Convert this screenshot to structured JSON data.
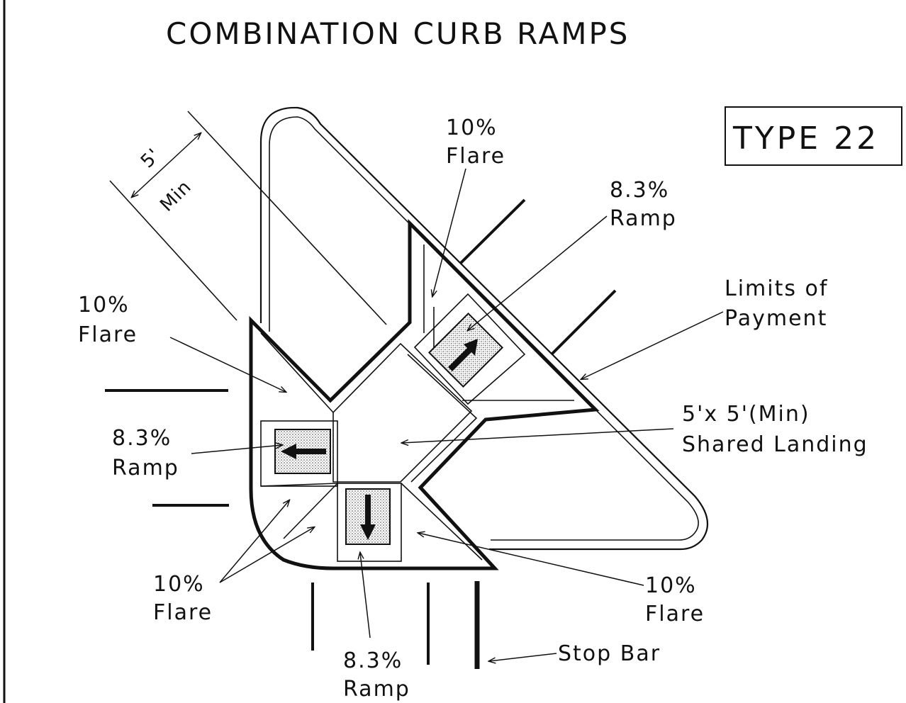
{
  "title": "COMBINATION CURB RAMPS",
  "type_box": "TYPE 22",
  "dimension": {
    "value": "5'",
    "note": "Min"
  },
  "labels": {
    "flare_top": {
      "line1": "10%",
      "line2": "Flare"
    },
    "ramp_top": {
      "line1": "8.3%",
      "line2": "Ramp"
    },
    "limits": {
      "line1": "Limits of",
      "line2": "Payment"
    },
    "flare_left": {
      "line1": "10%",
      "line2": "Flare"
    },
    "landing": {
      "line1": "5'x 5'(Min)",
      "line2": "Shared Landing"
    },
    "ramp_left": {
      "line1": "8.3%",
      "line2": "Ramp"
    },
    "flare_bottom_left": {
      "line1": "10%",
      "line2": "Flare"
    },
    "flare_bottom_right": {
      "line1": "10%",
      "line2": "Flare"
    },
    "ramp_bottom": {
      "line1": "8.3%",
      "line2": "Ramp"
    },
    "stop_bar": "Stop Bar"
  },
  "colors": {
    "ink": "#111111",
    "paper": "#ffffff",
    "stipple": "#d6d6d6"
  }
}
